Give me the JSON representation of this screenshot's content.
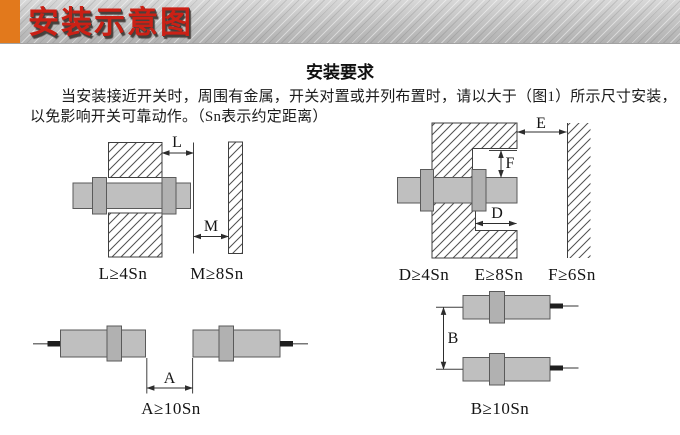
{
  "header": {
    "title": "安装示意图"
  },
  "section": {
    "title": "安装要求",
    "body_line1": "当安装接近开关时，周围有金属，开关对置或并列布置时，请以大于（图1）所示尺寸安装，",
    "body_line2": "以免影响开关可靠动作。（Sn表示约定距离）"
  },
  "diagrams": {
    "flush": {
      "l": "L",
      "m": "M",
      "formula_l": "L≥4Sn",
      "formula_m": "M≥8Sn"
    },
    "recessed": {
      "d": "D",
      "e": "E",
      "f": "F",
      "formula_d": "D≥4Sn",
      "formula_e": "E≥8Sn",
      "formula_f": "F≥6Sn"
    },
    "opposed": {
      "a": "A",
      "formula_a": "A≥10Sn"
    },
    "parallel": {
      "b": "B",
      "formula_b": "B≥10Sn"
    }
  },
  "colors": {
    "accent_orange": "#e2791c",
    "title_red": "#cb2015",
    "banner_metal": "#c7c7c7",
    "switch_gray": "#bfbfbf",
    "nut_gray": "#b1b1b1",
    "line_dark": "#3f3f3f",
    "text": "#1b1b1b"
  }
}
